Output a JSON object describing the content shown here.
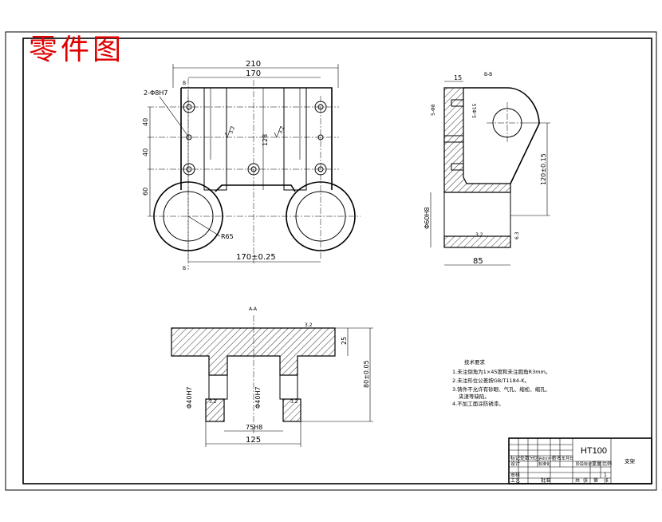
{
  "title": "零件图",
  "view_labels": {
    "section_bb": "B-B",
    "section_aa": "A-A",
    "b_mark": "B"
  },
  "front_view": {
    "dim_total_width": "210",
    "dim_inner_width": "170",
    "dim_hole_callout": "2-Φ8H7",
    "dim_v1": "40",
    "dim_v2": "40",
    "dim_v3": "60",
    "dim_height": "128",
    "dim_center": "170±0.25",
    "dim_radius": "R65",
    "rough_a": "3.2",
    "rough_b": "3.2"
  },
  "side_view": {
    "dim_top": "15",
    "dim_left_a": "5-Φ8",
    "dim_left_b": "5-Φ15",
    "dim_right": "120±0.15",
    "dim_left_bore": "Φ60H8",
    "dim_bottom": "85",
    "rough_a": "3.2",
    "rough_b": "6.3"
  },
  "section_view": {
    "dim_right_small": "25",
    "dim_right_large": "80±0.05",
    "dim_bore_left": "Φ40H7",
    "dim_bore_mid": "Φ40H7",
    "dim_inner": "75H8",
    "dim_outer": "125",
    "rough_top": "3.2",
    "rough_l": "3.2",
    "rough_r": "3.2"
  },
  "technical_requirements": {
    "heading": "技术要求",
    "lines": [
      "1.未注倒角为1×45度和未注圆角R3mm。",
      "2.未注形位公差按GB/T1184-K。",
      "3.铸件不允许有砂眼、气孔、缩松、缩孔、",
      "夹渣等缺陷。",
      "4.不加工面涂防锈漆。"
    ]
  },
  "title_block": {
    "material": "HT100",
    "part_name": "支架",
    "cells": [
      "标记",
      "处数",
      "分区",
      "更改文件号",
      "签名",
      "年月日",
      "设计",
      "标准化",
      "阶段标记",
      "重量",
      "比例",
      "审核",
      "工艺",
      "批准",
      "共",
      "张",
      "第",
      "张",
      "1"
    ]
  }
}
